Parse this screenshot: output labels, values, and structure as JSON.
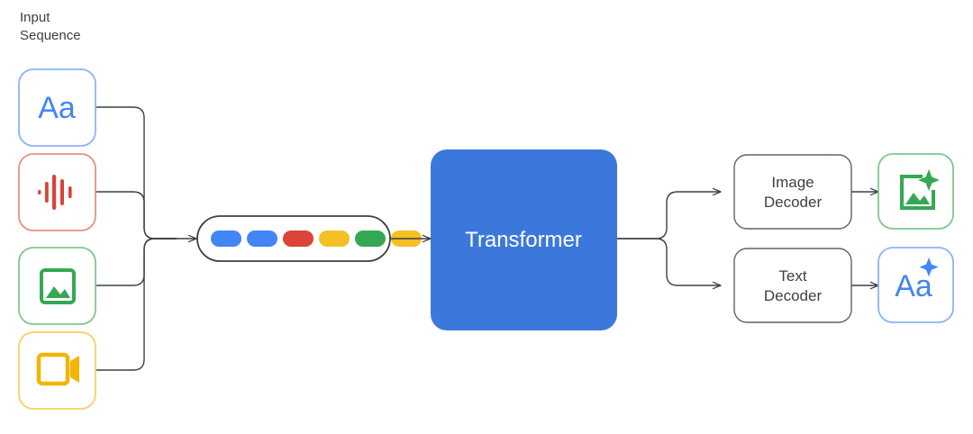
{
  "diagram": {
    "title_caption": {
      "line1": "Input",
      "line2": "Sequence"
    },
    "inputs": [
      {
        "name": "text-input",
        "icon": "text-Aa-icon",
        "glyph": "Aa",
        "color": "#4285f4",
        "border": "#8ab4f8"
      },
      {
        "name": "audio-input",
        "icon": "audio-waveform-icon",
        "glyph": "",
        "color": "#db4437",
        "border": "#e8907f"
      },
      {
        "name": "image-input",
        "icon": "image-picture-icon",
        "glyph": "",
        "color": "#34a853",
        "border": "#7fc693"
      },
      {
        "name": "video-input",
        "icon": "video-camera-icon",
        "glyph": "",
        "color": "#f4b400",
        "border": "#f7cf62"
      }
    ],
    "token_sequence": {
      "name": "token-sequence-pill",
      "tokens": [
        {
          "color": "#4285f4"
        },
        {
          "color": "#4285f4"
        },
        {
          "color": "#db4437"
        },
        {
          "color": "#f4c026"
        },
        {
          "color": "#34a853"
        },
        {
          "color": "#f4c026"
        }
      ]
    },
    "transformer": {
      "label": "Transformer",
      "fill": "#3c78dc",
      "text_color": "#ffffff"
    },
    "decoders": [
      {
        "name": "image-decoder",
        "line1": "Image",
        "line2": "Decoder"
      },
      {
        "name": "text-decoder",
        "line1": "Text",
        "line2": "Decoder"
      }
    ],
    "outputs": [
      {
        "name": "generated-image-output",
        "icon": "image-sparkle-icon",
        "glyph": "",
        "color": "#34a853",
        "border": "#7fc693"
      },
      {
        "name": "generated-text-output",
        "icon": "text-sparkle-icon",
        "glyph": "Aa",
        "color": "#4285f4",
        "border": "#8ab4f8"
      }
    ],
    "connector_color": "#3c4043"
  }
}
